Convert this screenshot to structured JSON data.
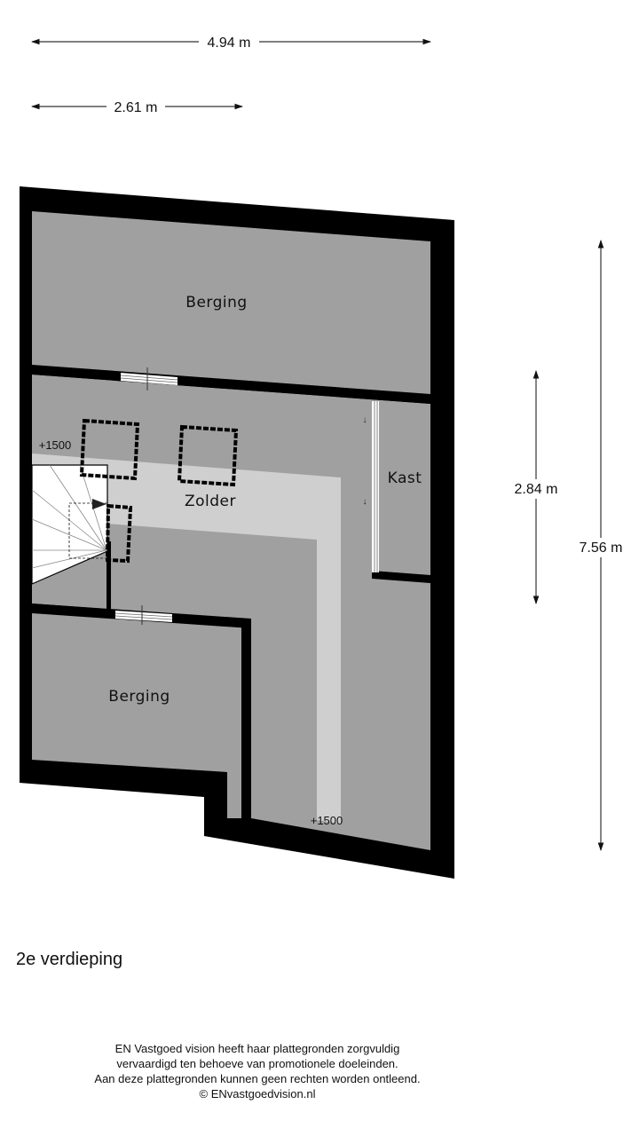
{
  "dimensions": {
    "width_total": "4.94 m",
    "width_partial": "2.61 m",
    "height_kast": "2.84 m",
    "height_total": "7.56 m"
  },
  "rooms": {
    "berging_top": "Berging",
    "zolder": "Zolder",
    "kast": "Kast",
    "berging_bottom": "Berging"
  },
  "levels": {
    "left": "+1500",
    "bottom": "+1500"
  },
  "floor": {
    "title": "2e verdieping"
  },
  "disclaimer": {
    "lines": [
      "EN Vastgoed vision heeft haar plattegronden zorgvuldig",
      "vervaardigd ten behoeve van promotionele doeleinden.",
      "Aan deze plattegronden kunnen geen rechten worden ontleend.",
      "© ENvastgoedvision.nl"
    ]
  },
  "colors": {
    "wall": "#000000",
    "floor": "#a0a0a0",
    "headroom_band": "#cfcfcf",
    "stairs": "#ffffff"
  }
}
